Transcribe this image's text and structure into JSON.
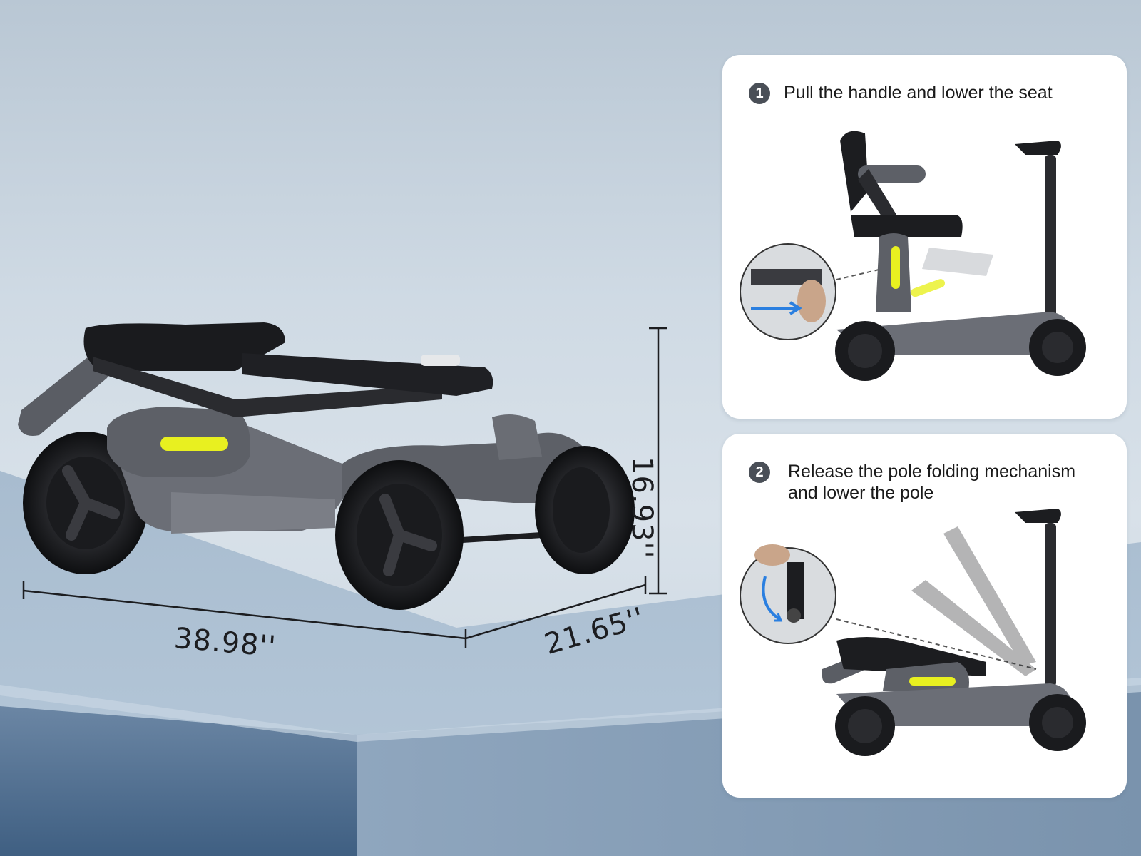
{
  "dimensions": {
    "width": "38.98''",
    "depth": "21.65''",
    "height": "16.93''"
  },
  "steps": [
    {
      "number": "1",
      "lines": [
        "Pull the handle and lower the seat"
      ]
    },
    {
      "number": "2",
      "lines": [
        "Release the pole folding mechanism",
        "and lower the pole"
      ]
    }
  ],
  "colors": {
    "accent_reflector": "#e8f020",
    "body_gray": "#5d6067",
    "frame_black": "#1c1d20",
    "arrow_blue": "#2a7fe0"
  }
}
